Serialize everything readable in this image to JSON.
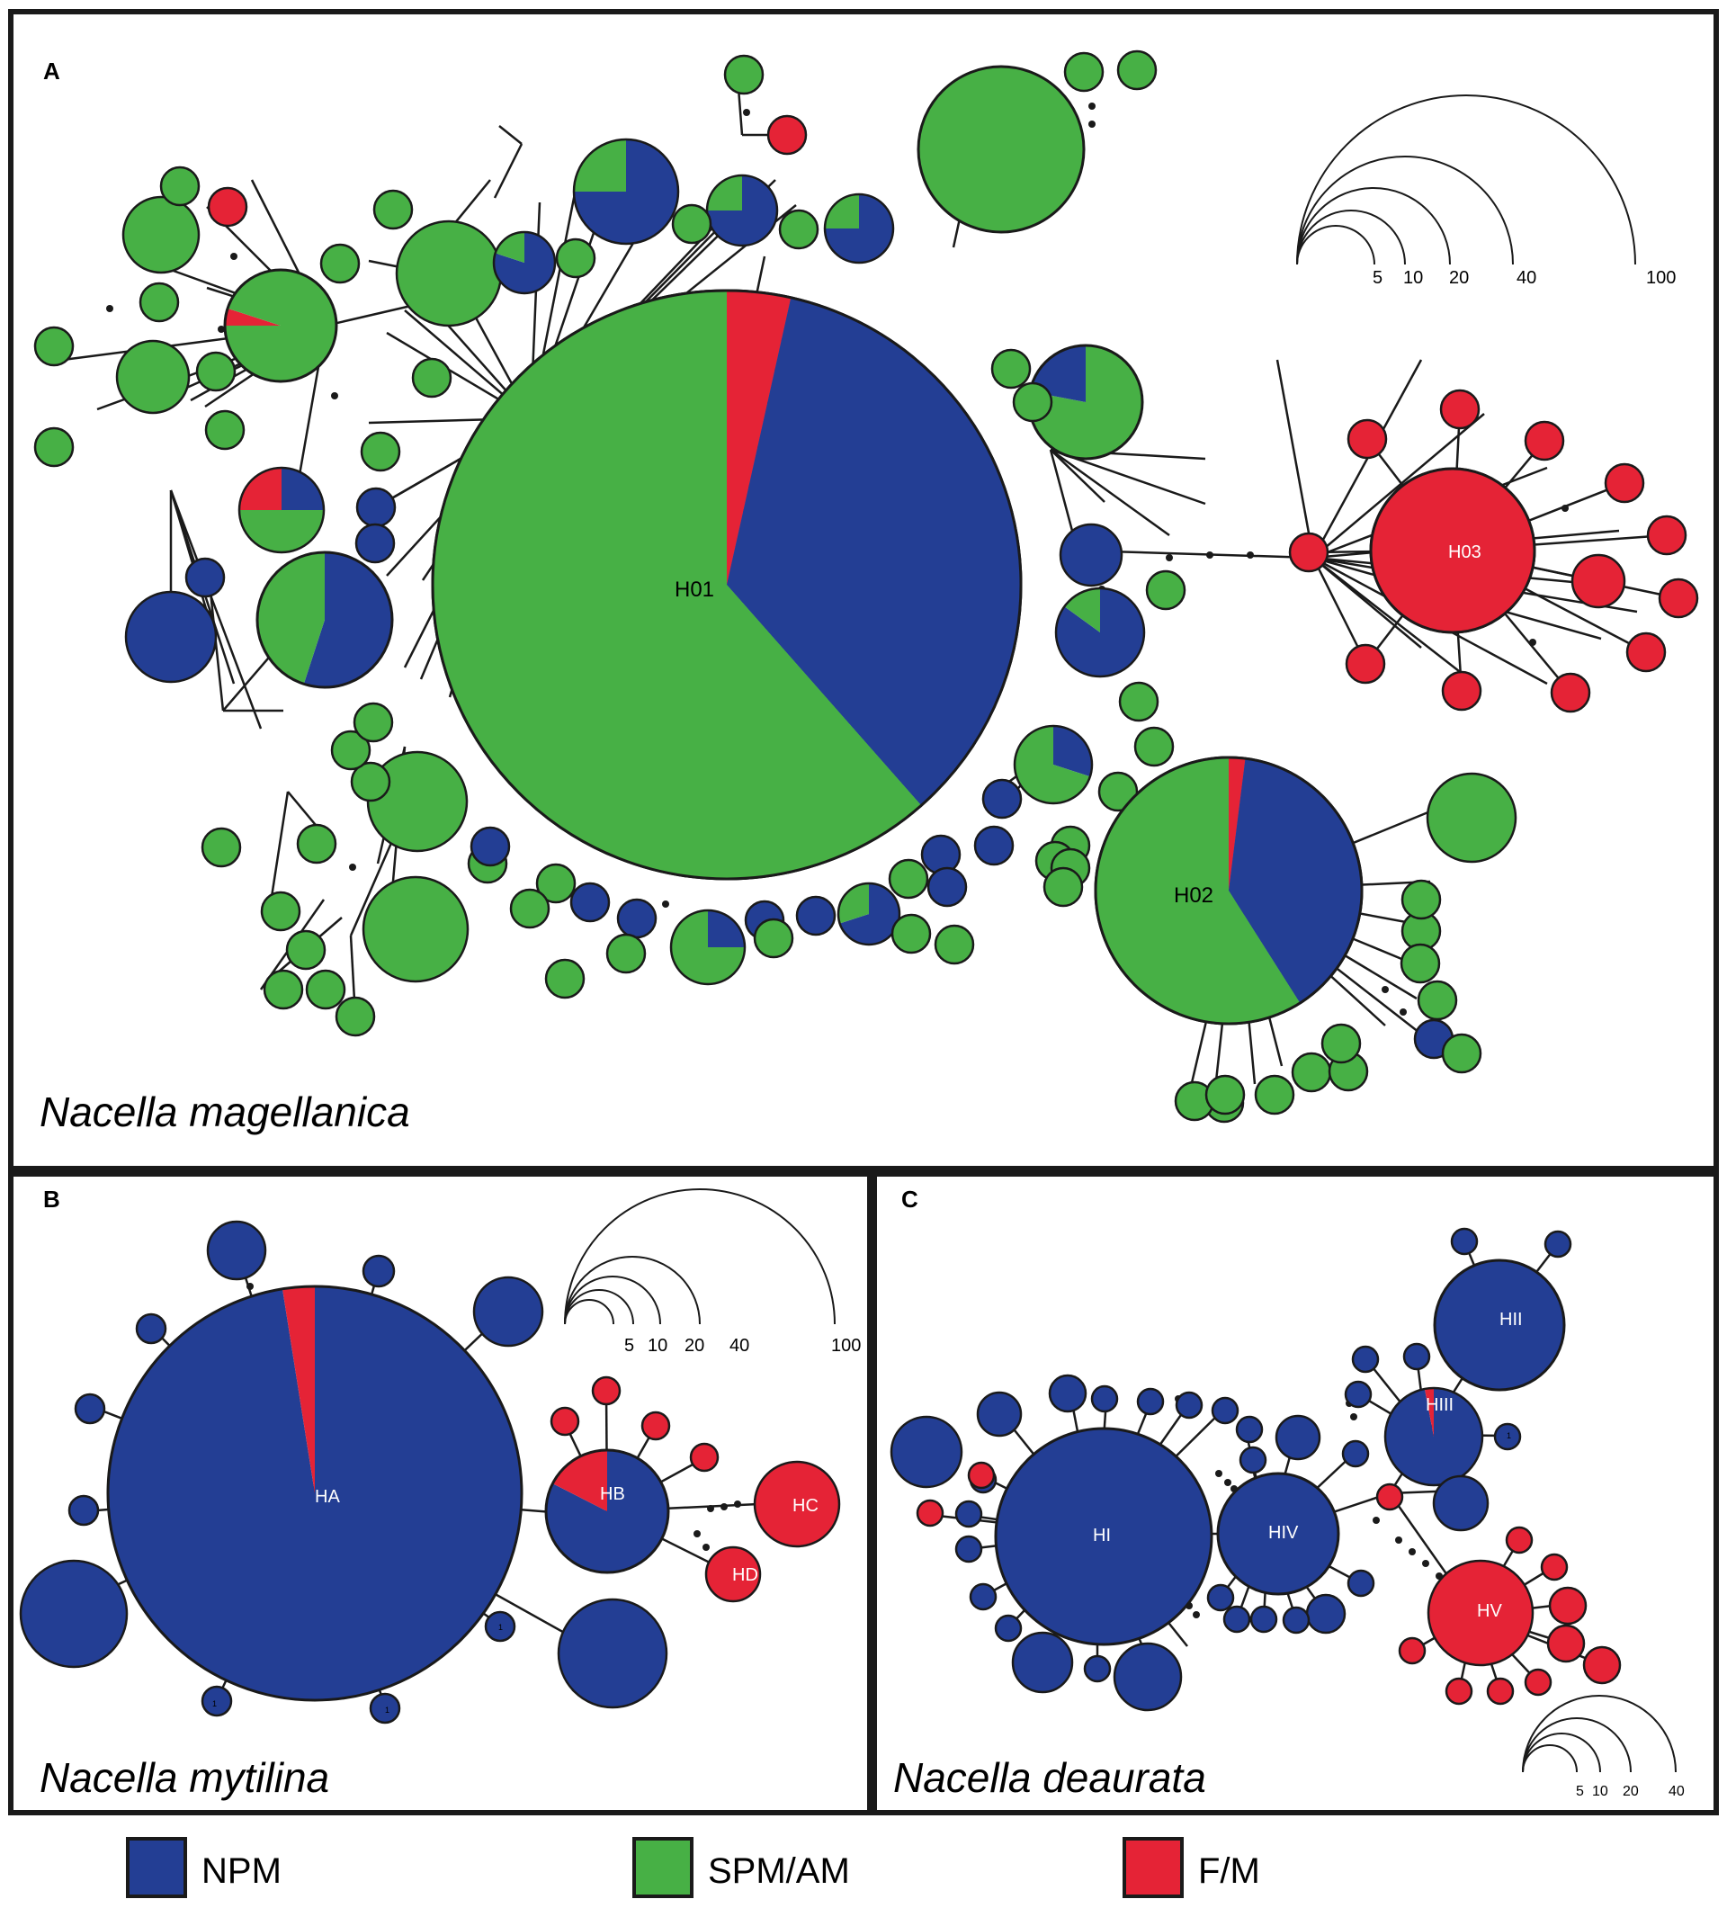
{
  "colors": {
    "NPM": "#233e94",
    "SPM_AM": "#47b045",
    "F_M": "#e52336",
    "outline": "#1a1a1a"
  },
  "panels": {
    "a": {
      "letter": "A",
      "species": "Nacella magellanica",
      "hap_labels": [
        "H01",
        "H02",
        "H03"
      ],
      "scale_labels": [
        "5",
        "10",
        "20",
        "40",
        "100"
      ]
    },
    "b": {
      "letter": "B",
      "species": "Nacella mytilina",
      "hap_labels": [
        "HA",
        "HB",
        "HC",
        "HD"
      ],
      "scale_labels": [
        "5",
        "10",
        "20",
        "40",
        "100"
      ],
      "singleton_label": "1"
    },
    "c": {
      "letter": "C",
      "species": "Nacella deaurata",
      "hap_labels": [
        "HI",
        "HII",
        "HIII",
        "HIV",
        "HV"
      ],
      "scale_labels": [
        "5",
        "10",
        "20",
        "40"
      ],
      "singleton_label": "1"
    }
  },
  "legend": {
    "items": [
      {
        "key": "NPM",
        "label": "NPM"
      },
      {
        "key": "SPM_AM",
        "label": "SPM/AM"
      },
      {
        "key": "F_M",
        "label": "F/M"
      }
    ]
  }
}
